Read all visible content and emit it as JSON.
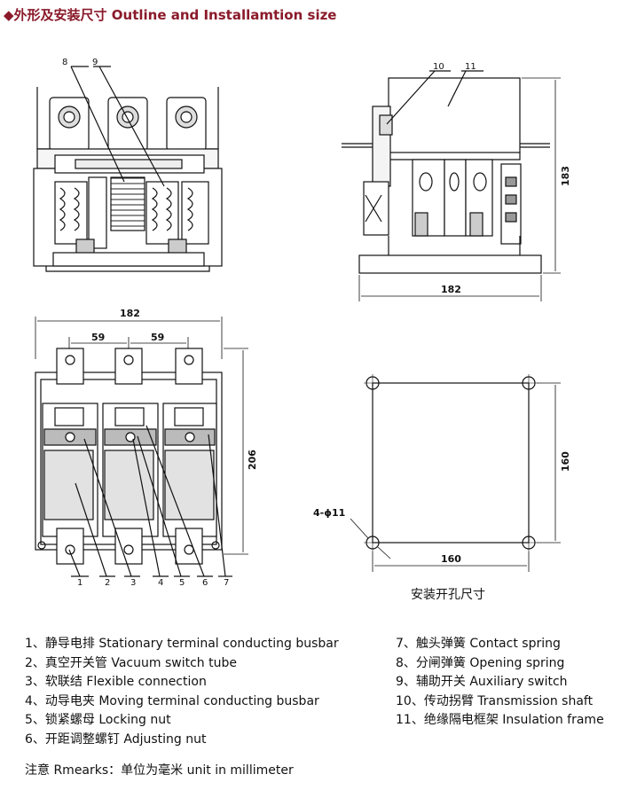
{
  "title": "◆外形及安装尺寸 Outline and Installamtion size",
  "top_left_view": {
    "callouts": [
      "8",
      "9"
    ]
  },
  "top_right_view": {
    "callouts": [
      "10",
      "11"
    ],
    "dim_height": "183",
    "dim_width": "182"
  },
  "bottom_left_view": {
    "dim_width": "182",
    "dim_spacing_1": "59",
    "dim_spacing_2": "59",
    "dim_height": "206",
    "callouts": [
      "1",
      "2",
      "3",
      "4",
      "5",
      "6",
      "7"
    ]
  },
  "mounting_view": {
    "hole_label": "4-ϕ11",
    "dim_height": "160",
    "dim_width": "160",
    "caption": "安装开孔尺寸"
  },
  "legend": {
    "left": [
      "1、静导电排 Stationary terminal conducting busbar",
      "2、真空开关管 Vacuum switch tube",
      "3、软联结 Flexible connection",
      "4、动导电夹 Moving terminal conducting busbar",
      "5、锁紧螺母 Locking nut",
      "6、开距调整螺钉 Adjusting nut"
    ],
    "right": [
      "7、触头弹簧 Contact spring",
      "8、分闸弹簧 Opening spring",
      "9、辅助开关 Auxiliary switch",
      "10、传动拐臂 Transmission shaft",
      "11、绝缘隔电框架 Insulation frame"
    ]
  },
  "note": "注意 Rmearks：单位为毫米 unit in millimeter"
}
